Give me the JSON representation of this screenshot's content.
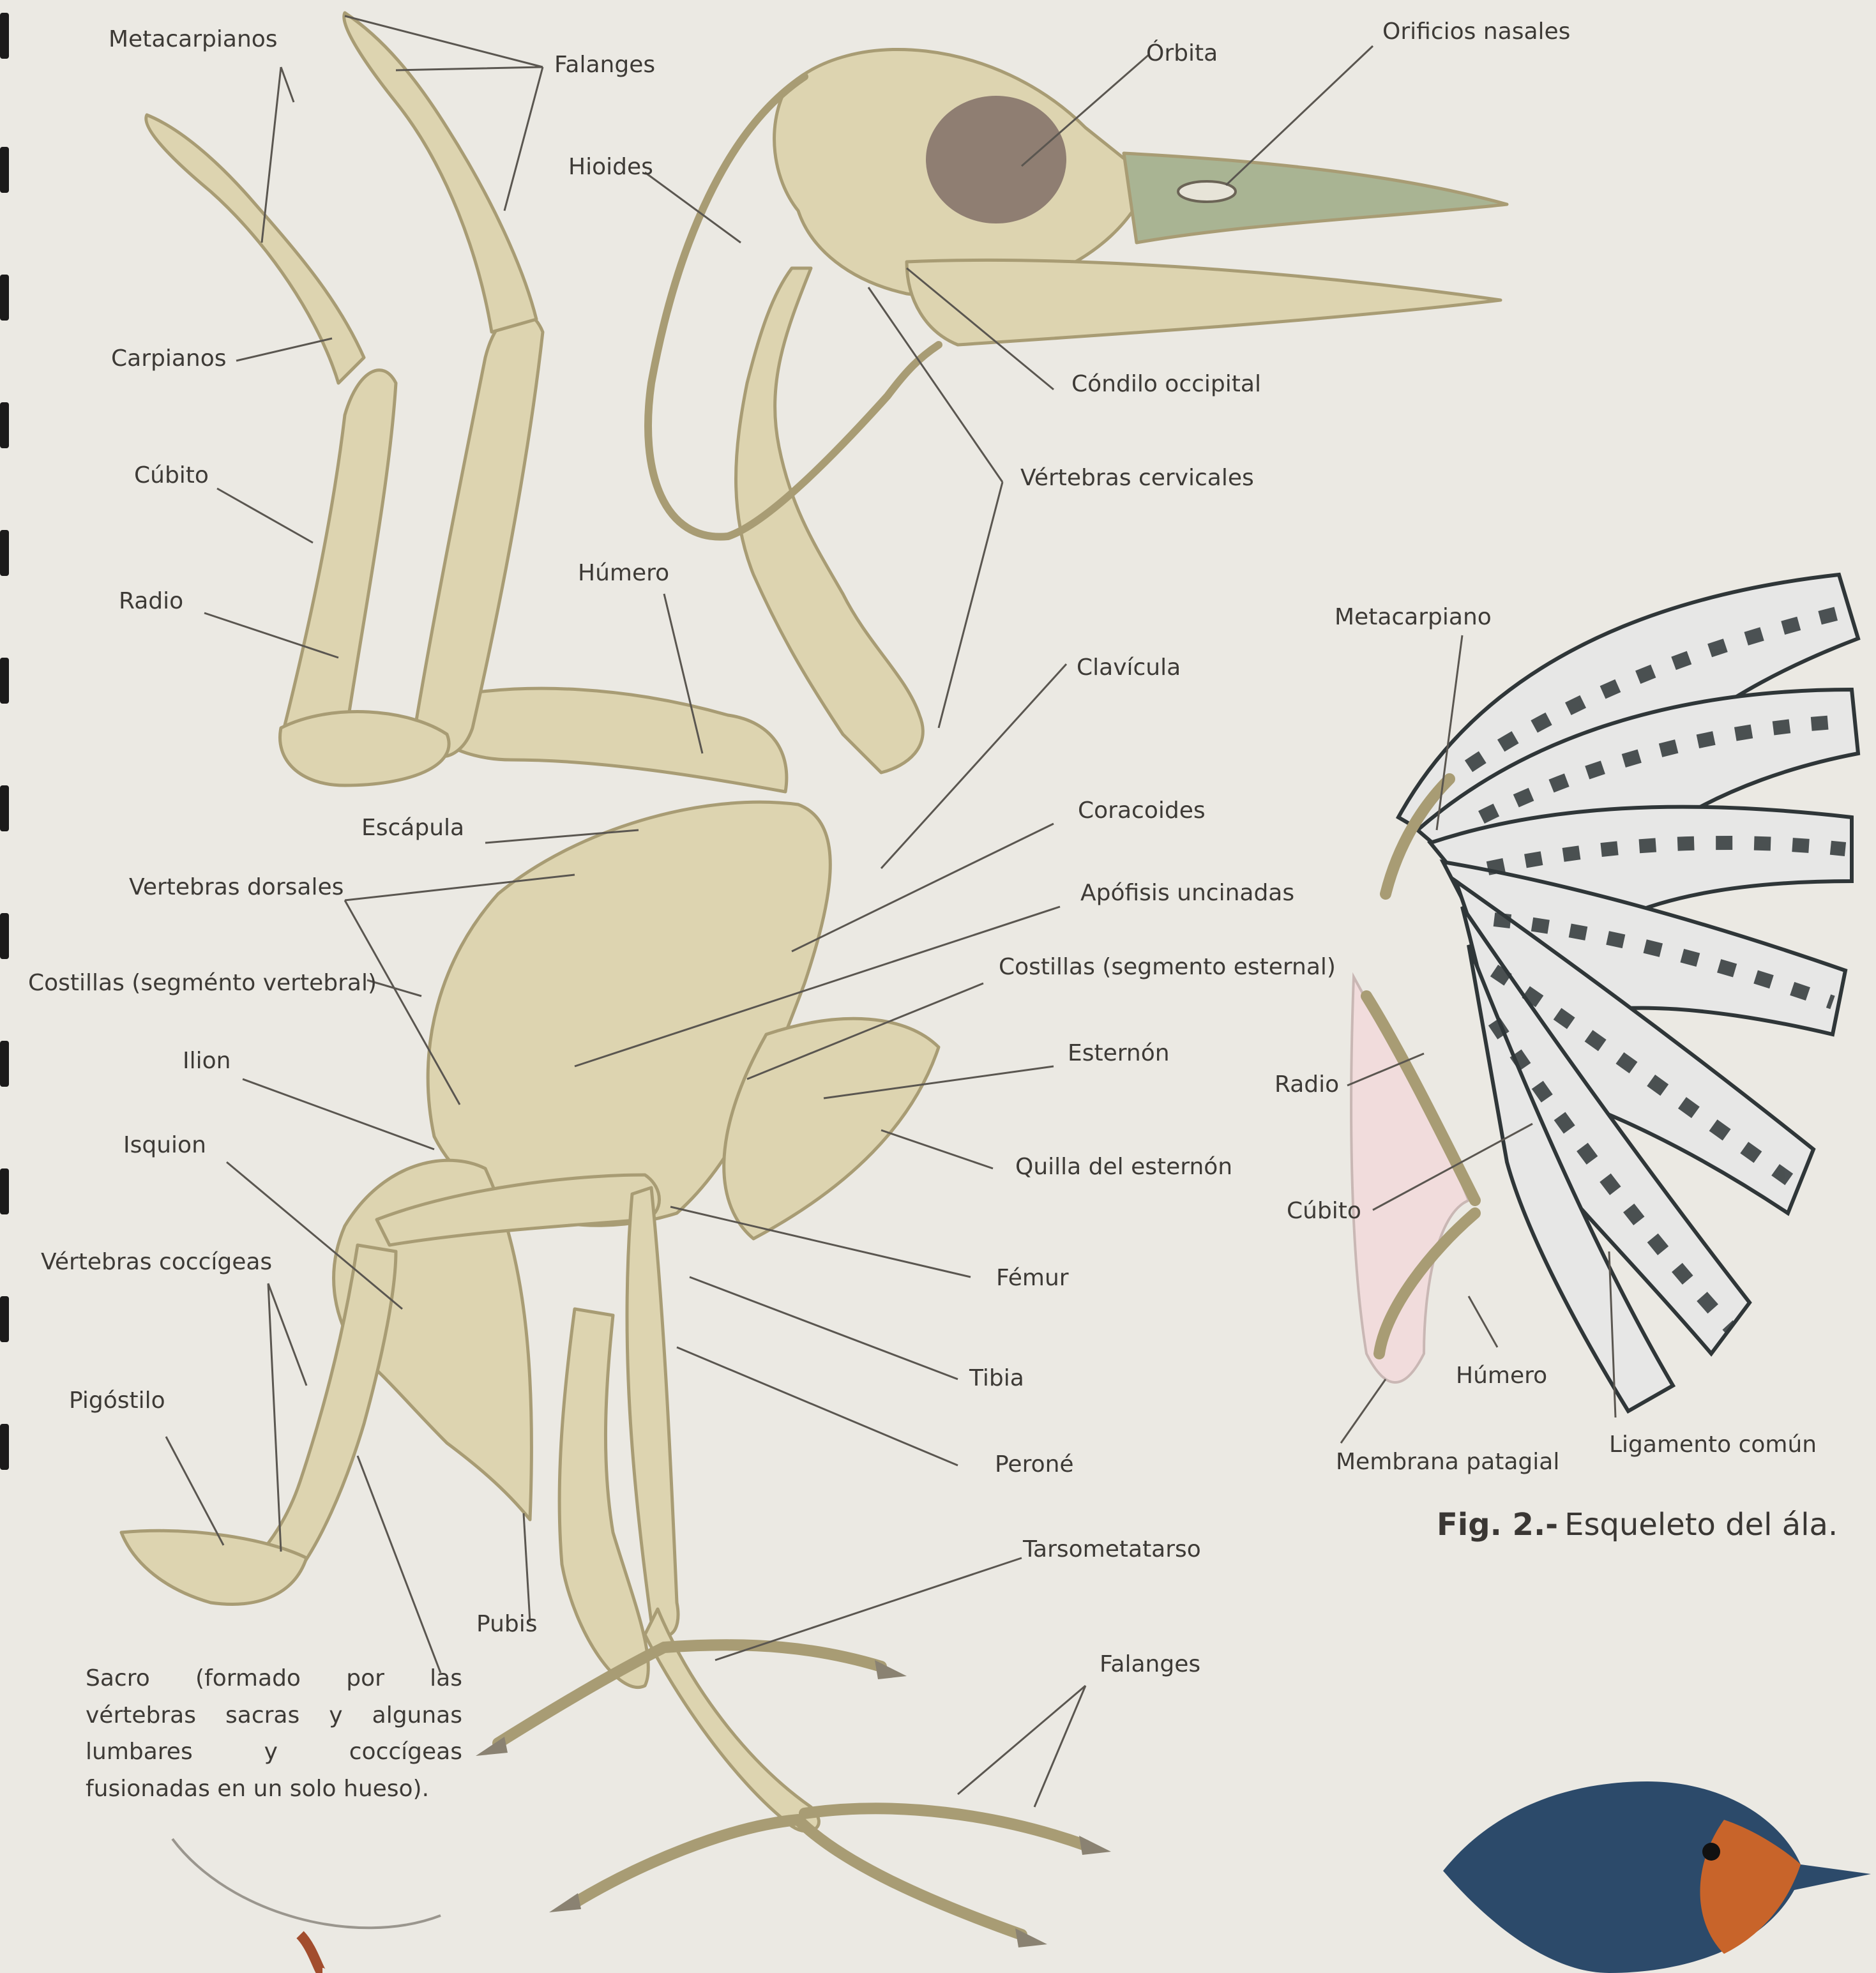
{
  "skeleton_labels": {
    "metacarpianos": "Metacarpianos",
    "falanges_mano": "Falanges",
    "hioides": "Hioides",
    "orbita": "Órbita",
    "orificios_nasales": "Orificios nasales",
    "carpianos": "Carpianos",
    "condilo_occipital": "Cóndilo occipital",
    "cubito": "Cúbito",
    "vertebras_cervicales": "Vértebras cervicales",
    "radio": "Radio",
    "humero": "Húmero",
    "clavicula": "Clavícula",
    "escapula": "Escápula",
    "coracoides": "Coracoides",
    "vertebras_dorsales": "Vertebras dorsales",
    "apofisis_uncinadas": "Apófisis uncinadas",
    "costillas_vertebral": "Costillas (segménto vertebral)",
    "costillas_esternal": "Costillas (segmento esternal)",
    "ilion": "Ilion",
    "esternon": "Esternón",
    "isquion": "Isquion",
    "quilla_esternon": "Quilla del esternón",
    "vertebras_coccigeas": "Vértebras coccígeas",
    "femur": "Fémur",
    "tibia": "Tibia",
    "pigostilo": "Pigóstilo",
    "perone": "Peroné",
    "tarsometatarso": "Tarsometatarso",
    "pubis": "Pubis",
    "falanges_pata": "Falanges"
  },
  "sacro_note": "Sacro (formado por las vértebras sacras y algunas lumbares y coccígeas fusionadas en un solo hueso).",
  "wing_labels": {
    "metacarpiano": "Metacarpiano",
    "radio": "Radio",
    "cubito": "Cúbito",
    "humero": "Húmero",
    "membrana_patagial": "Membrana patagial",
    "ligamento_comun": "Ligamento común"
  },
  "caption": {
    "number": "Fig. 2.-",
    "text": "Esqueleto del ála."
  },
  "colors": {
    "paper": "#ebe9e3",
    "bone": "#ddd4b0",
    "bone_dark": "#a89c74",
    "beak": "#a9b493",
    "text": "#3d3a36",
    "leader": "#5a5650",
    "membrane": "#f1dcdc",
    "feather_dark": "#2f3638",
    "bird_blue": "#2c4a6a",
    "bird_orange": "#c8642a"
  }
}
